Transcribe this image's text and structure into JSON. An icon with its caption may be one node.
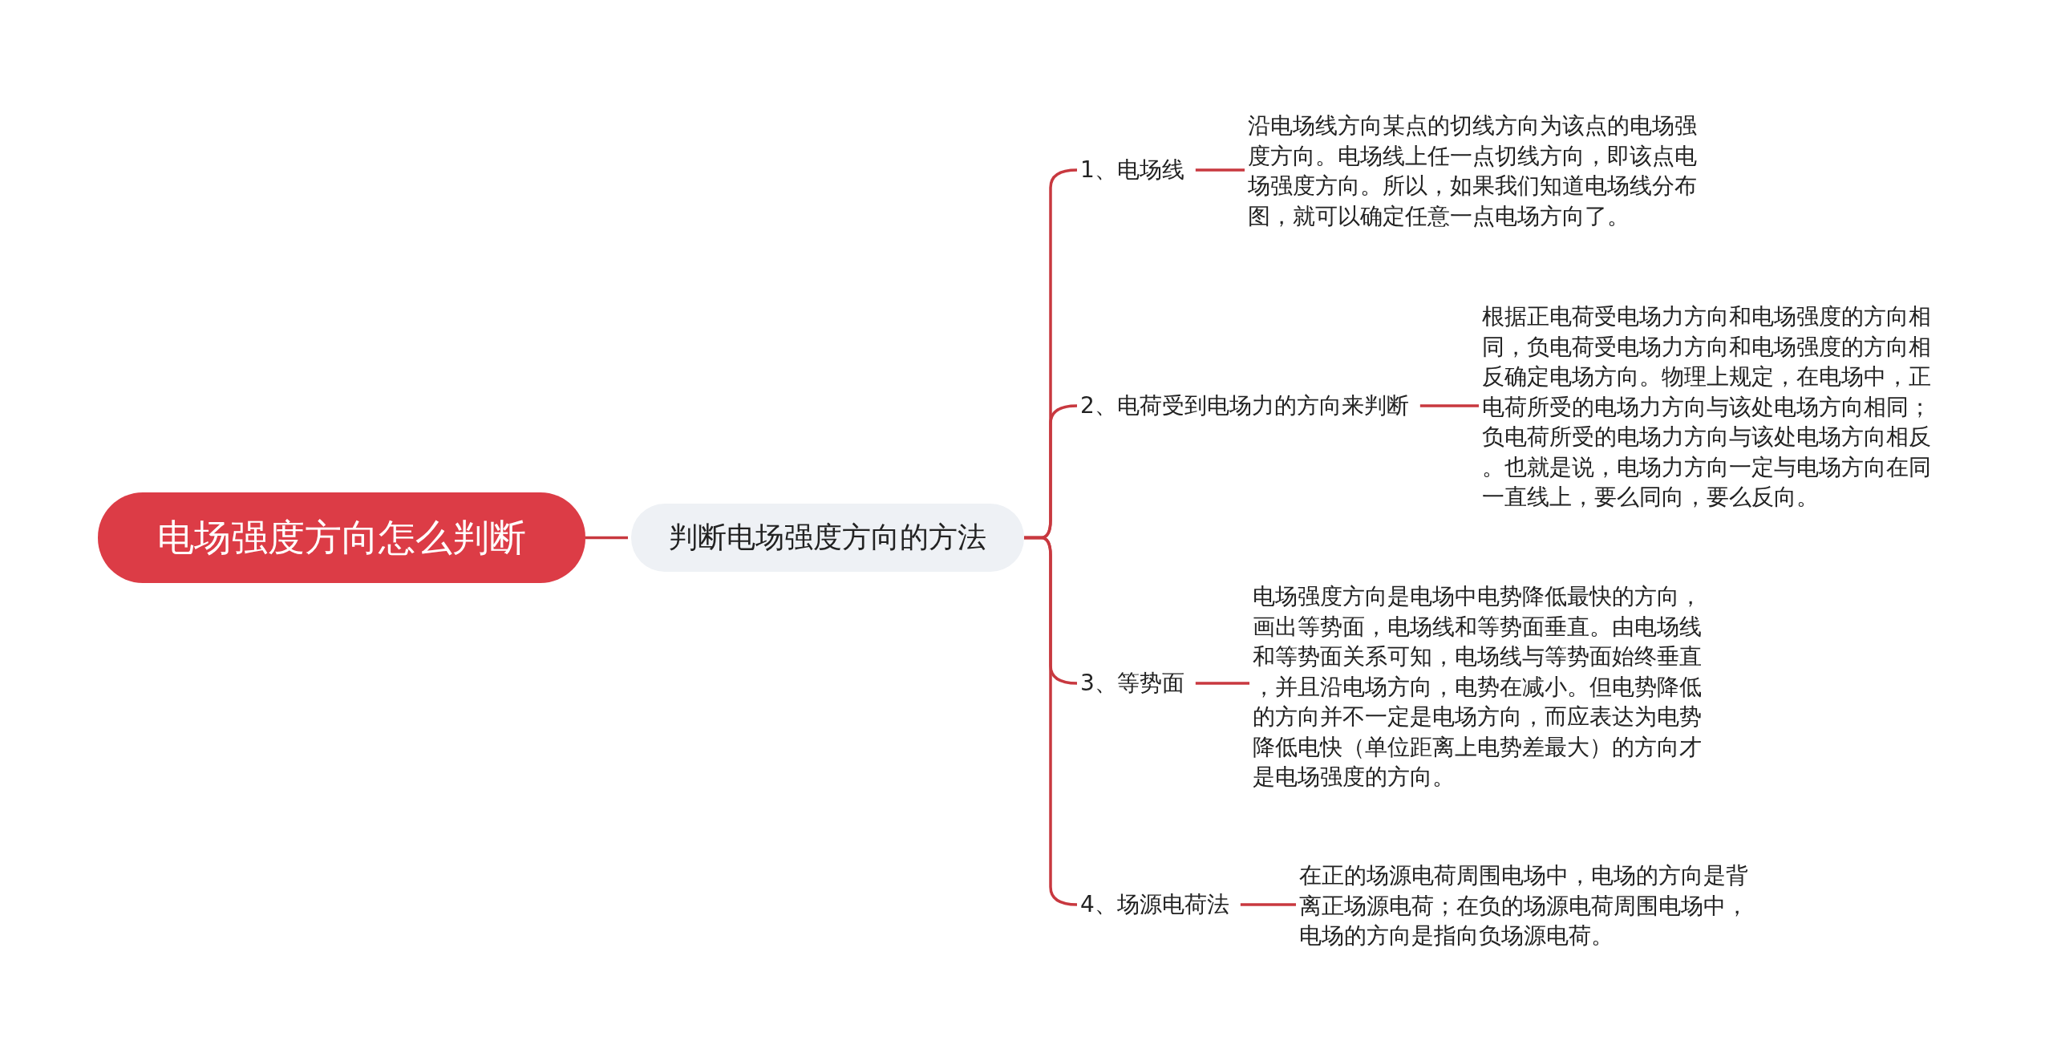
{
  "diagram": {
    "nodes": [
      {
        "text": [
          "电场强度方向怎么判断"
        ]
      },
      {
        "text": [
          "判断电场强度方向的方法"
        ]
      },
      {
        "text": [
          "1、电场线"
        ]
      },
      {
        "text": [
          "2、电荷受到电场力的方向来判断"
        ]
      },
      {
        "text": [
          "3、等势面"
        ]
      },
      {
        "text": [
          "4、场源电荷法"
        ]
      },
      {
        "text": [
          "沿电场线方向某点的切线方向为该点的电场强度方向。电场线上任一点切线方向，即该点电场强度方向。所以，如果我们知道电场线分布图，就可以确定任意一点电场方向了。"
        ]
      },
      {
        "text": [
          "根据正电荷受电场力方向和电场强度的方向相同，负电荷受电场力方向和电场强度的方向相反确定电场方向。物理上规定，在电场中，正电荷所受的电场力方向与该处电场方向相同；负电荷所受的电场力方向与该处电场方向相反。也就是说，电场力方向一定与电场方向在同一直线上，要么同向，要么反向。"
        ]
      },
      {
        "text": [
          "电场强度方向是电场中电势降低最快的方向，画出等势面，电场线和等势面垂直。由电场线和等势面关系可知，电场线与等势面始终垂直，并且沿电场方向，电势在减小。但电势降低的方向并不一定是电场方向，而应表达为电势降低电快（单位距离上电势差最大）的方向才是电场强度的方向。"
        ]
      },
      {
        "text": [
          "在正的场源电荷周围电场中，电场的方向是背离正场源电荷；在负的场源电荷周围电场中，电场的方向是指向负场源电荷。"
        ]
      }
    ],
    "edges": [
      {
        "from": 0,
        "to": 1,
        "arrow": "none"
      },
      {
        "from": 1,
        "to": 2,
        "arrow": "none"
      },
      {
        "from": 1,
        "to": 3,
        "arrow": "none"
      },
      {
        "from": 1,
        "to": 4,
        "arrow": "none"
      },
      {
        "from": 1,
        "to": 5,
        "arrow": "none"
      },
      {
        "from": 2,
        "to": 6,
        "arrow": "none"
      },
      {
        "from": 3,
        "to": 7,
        "arrow": "none"
      },
      {
        "from": 4,
        "to": 8,
        "arrow": "none"
      },
      {
        "from": 5,
        "to": 9,
        "arrow": "none"
      }
    ]
  }
}
